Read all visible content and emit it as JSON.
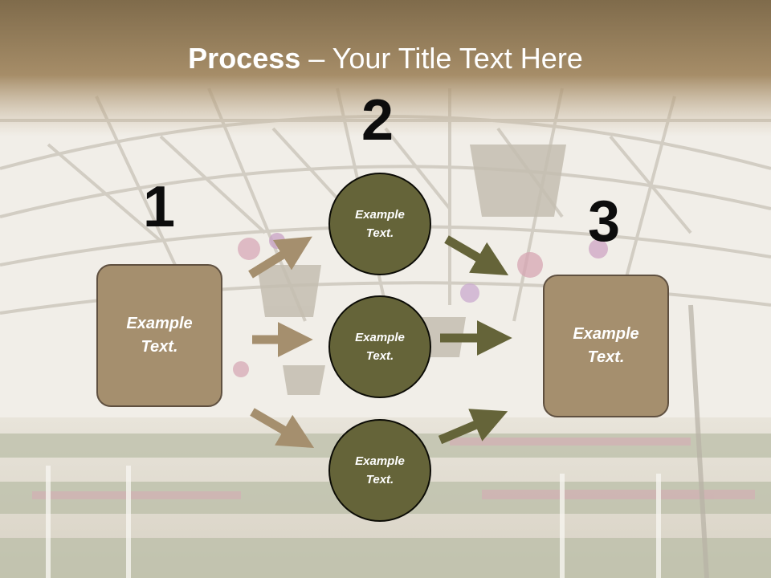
{
  "title": {
    "bold": "Process",
    "rest": " – Your Title Text Here"
  },
  "steps": [
    "1",
    "2",
    "3"
  ],
  "left_box": {
    "label": "Example Text."
  },
  "right_box": {
    "label": "Example Text."
  },
  "circles": [
    {
      "label": "Example Text."
    },
    {
      "label": "Example Text."
    },
    {
      "label": "Example Text."
    }
  ],
  "colors": {
    "header": "#a58f6e",
    "box_fill": "#a58f6e",
    "circle_fill": "#656439",
    "left_arrow": "#a58f6e",
    "right_arrow": "#656439"
  }
}
